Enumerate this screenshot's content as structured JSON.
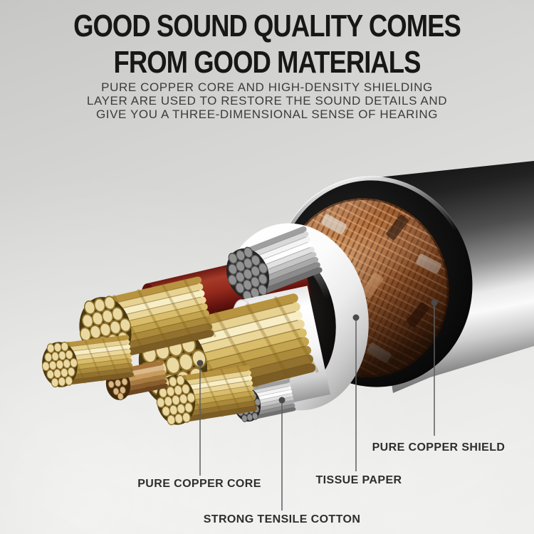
{
  "header": {
    "title_lines": [
      "GOOD SOUND QUALITY COMES",
      "FROM GOOD MATERIALS"
    ],
    "subtitle_lines": [
      "PURE COPPER CORE AND HIGH-DENSITY SHIELDING",
      "LAYER ARE USED TO RESTORE THE SOUND DETAILS AND",
      "GIVE YOU A THREE-DIMENSIONAL SENSE OF HEARING"
    ]
  },
  "diagram": {
    "subject": "audio cable cross-section cutaway",
    "callouts": [
      {
        "id": "pure-copper-core",
        "label": "PURE COPPER CORE"
      },
      {
        "id": "strong-tensile-cotton",
        "label": "STRONG TENSILE COTTON"
      },
      {
        "id": "tissue-paper",
        "label": "TISSUE PAPER"
      },
      {
        "id": "pure-copper-shield",
        "label": "PURE COPPER SHIELD"
      }
    ]
  },
  "colors": {
    "title_text": "#171717",
    "subtitle_text": "#3c3c3c",
    "label_text": "#2e2e2e",
    "leader_line": "#5d5d5d",
    "background_top": "#c7c7c5",
    "background_bottom": "#efefed",
    "jacket_black": "#0d0d0d",
    "copper_braid": "#b5713f",
    "tissue_white": "#f7f7f7",
    "red_sheath": "#93291c",
    "gold_core": "#d9bd6b",
    "silver_strand": "#c6c6c6"
  }
}
